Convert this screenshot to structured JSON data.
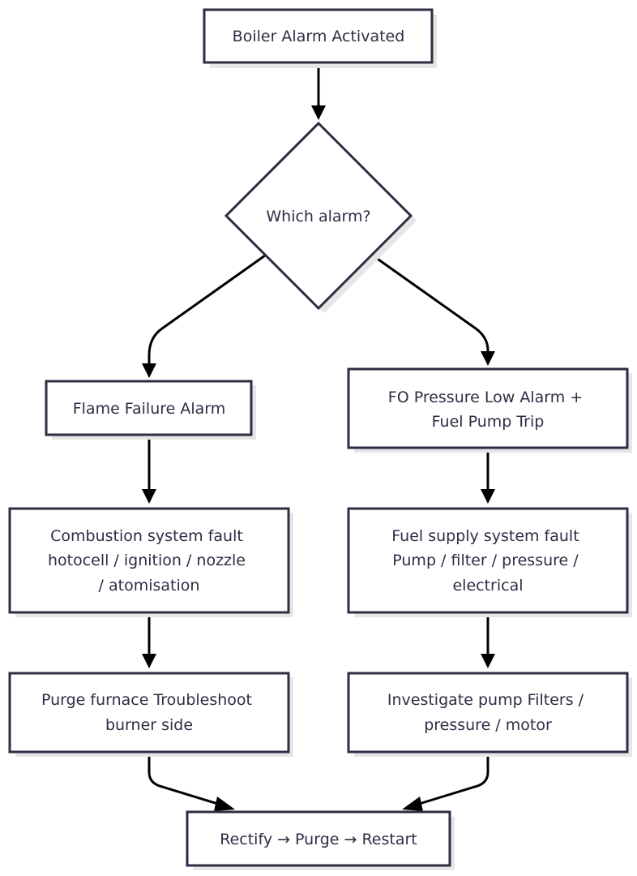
{
  "colors": {
    "node_border": "#2d2d44",
    "node_fill": "#ffffff",
    "text": "#2d2d44",
    "edge": "#000000",
    "shadow": "#e6e6e6"
  },
  "nodes": {
    "start": {
      "lines": [
        "Boiler Alarm Activated"
      ]
    },
    "decision": {
      "lines": [
        "Which alarm?"
      ]
    },
    "flame_alarm": {
      "lines": [
        "Flame Failure Alarm"
      ]
    },
    "fo_alarm": {
      "lines": [
        "FO Pressure Low Alarm +",
        "Fuel Pump Trip"
      ]
    },
    "combustion_fault": {
      "lines": [
        "Combustion system fault",
        "hotocell / ignition / nozzle",
        "/ atomisation"
      ]
    },
    "fuel_fault": {
      "lines": [
        "Fuel supply system fault",
        "Pump / filter / pressure /",
        "electrical"
      ]
    },
    "purge_furnace": {
      "lines": [
        "Purge furnace Troubleshoot",
        "burner side"
      ]
    },
    "investigate_pump": {
      "lines": [
        "Investigate pump Filters /",
        "pressure / motor"
      ]
    },
    "rectify": {
      "lines": [
        "Rectify → Purge → Restart"
      ]
    }
  }
}
